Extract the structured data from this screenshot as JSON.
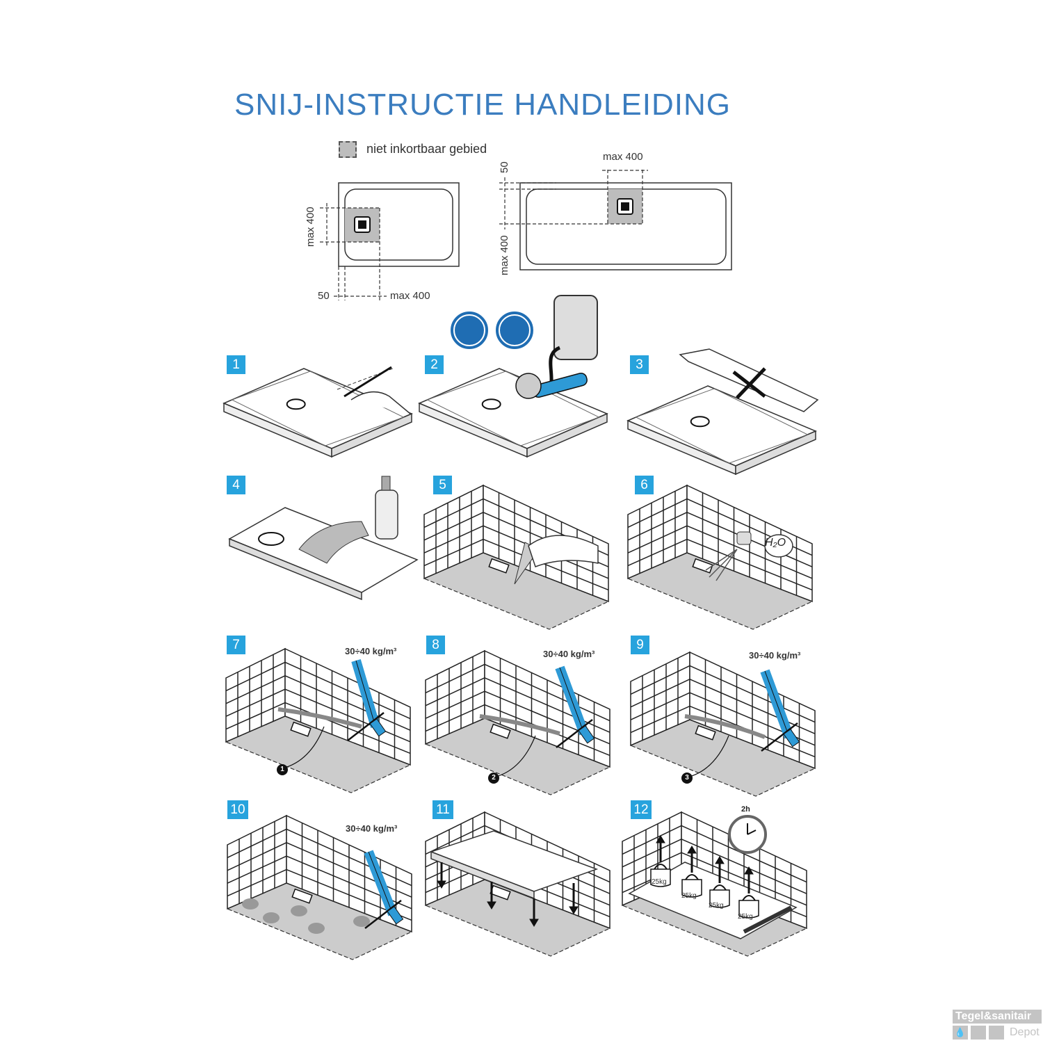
{
  "title": "SNIJ-INSTRUCTIE HANDLEIDING",
  "legend": {
    "label": "niet inkortbaar gebied"
  },
  "diagram_left": {
    "dim_side": "max 400",
    "dim_bottom_small": "50",
    "dim_bottom": "max 400"
  },
  "diagram_right": {
    "dim_top": "max 400",
    "dim_side_small": "50",
    "dim_side": "max 400"
  },
  "steps": [
    {
      "number": "1"
    },
    {
      "number": "2"
    },
    {
      "number": "3"
    },
    {
      "number": "4"
    },
    {
      "number": "5"
    },
    {
      "number": "6",
      "label": "H₂O"
    },
    {
      "number": "7",
      "dose": "30÷40 kg/m³",
      "marker": "1"
    },
    {
      "number": "8",
      "dose": "30÷40 kg/m³",
      "marker": "2"
    },
    {
      "number": "9",
      "dose": "30÷40 kg/m³",
      "marker": "3"
    },
    {
      "number": "10",
      "dose": "30÷40 kg/m³"
    },
    {
      "number": "11"
    },
    {
      "number": "12",
      "time": "2h",
      "weights": [
        "25kg",
        "25kg",
        "25kg",
        "25kg"
      ]
    }
  ],
  "logo": {
    "top": "Tegel&sanitair",
    "bottom": "Depot"
  },
  "colors": {
    "title": "#3b7dbf",
    "badge": "#27a3dd",
    "tool": "#2e9ad6",
    "safety": "#1f6db3"
  }
}
